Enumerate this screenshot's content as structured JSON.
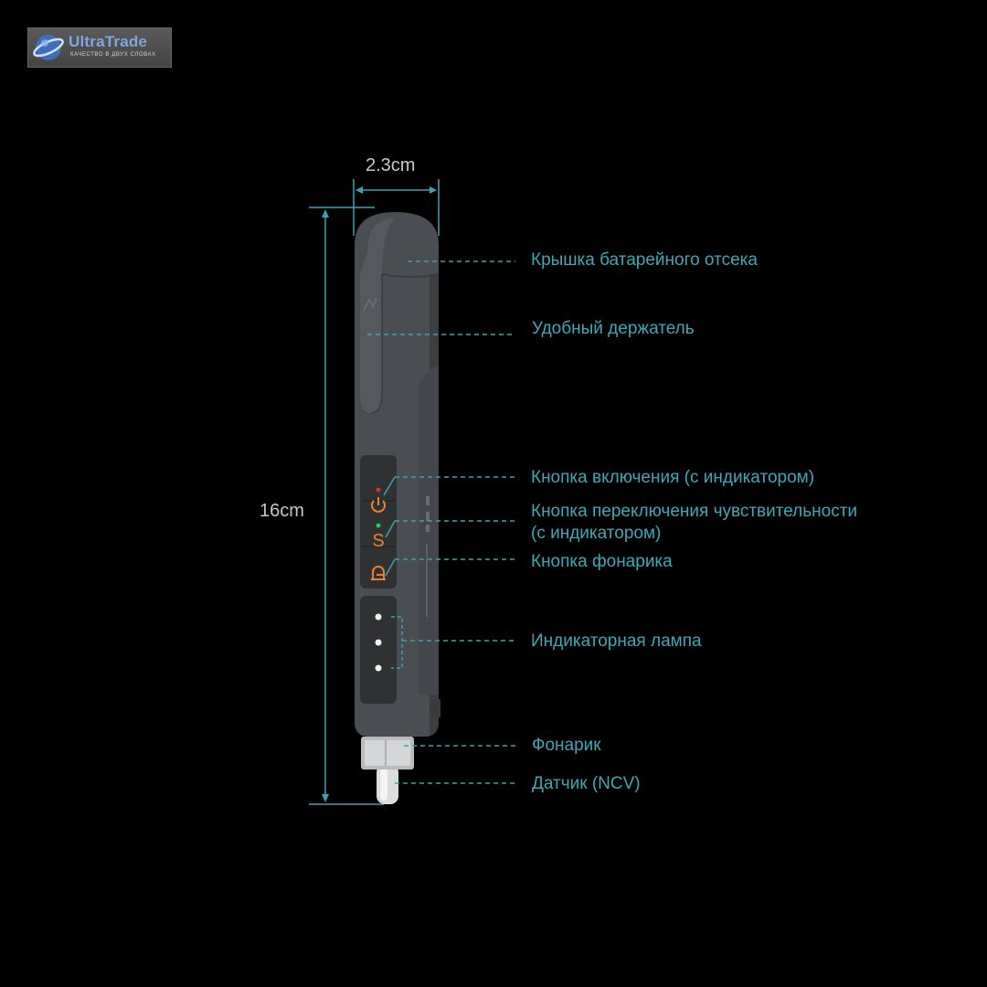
{
  "logo": {
    "name": "UltraTrade",
    "tagline": "КАЧЕСТВО В ДВУХ СЛОВАХ"
  },
  "dimensions": {
    "width_label": "2.3cm",
    "height_label": "16cm"
  },
  "device": {
    "buttons": [
      {
        "icon": "power-icon",
        "indicator_color": "#e0312a",
        "symbol_color": "#e8822f"
      },
      {
        "icon": "sensitivity-s-icon",
        "symbol": "S",
        "indicator_color": "#2fcf4a",
        "symbol_color": "#e8822f"
      },
      {
        "icon": "flashlight-icon",
        "symbol_color": "#e8822f"
      }
    ]
  },
  "callouts": {
    "battery_cover": "Крышка батарейного отсека",
    "holder": "Удобный держатель",
    "power_button": "Кнопка включения (с индикатором)",
    "sensitivity_button_line1": "Кнопка переключения чувствительности",
    "sensitivity_button_line2": "(с индикатором)",
    "flashlight_button": "Кнопка фонарика",
    "indicator_lamp": "Индикаторная лампа",
    "flashlight": "Фонарик",
    "sensor": "Датчик (NCV)"
  },
  "colors": {
    "background": "#000000",
    "callout_text": "#3fa8b7",
    "leader_line": "#3aa2b2",
    "device_body": "#4a4d51",
    "button_symbol": "#e8822f"
  }
}
